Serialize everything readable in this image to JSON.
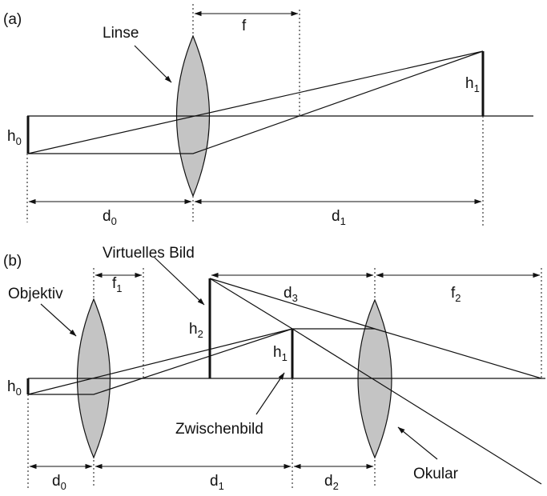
{
  "panel_a": {
    "tag": "(a)",
    "lens_label": "Linse",
    "focal": "f",
    "h0": {
      "main": "h",
      "sub": "0"
    },
    "h1": {
      "main": "h",
      "sub": "1"
    },
    "d0": {
      "main": "d",
      "sub": "0"
    },
    "d1": {
      "main": "d",
      "sub": "1"
    }
  },
  "panel_b": {
    "tag": "(b)",
    "virtual_image": "Virtuelles Bild",
    "objective": "Objektiv",
    "intermediate_image": "Zwischenbild",
    "eyepiece": "Okular",
    "f1": {
      "main": "f",
      "sub": "1"
    },
    "f2": {
      "main": "f",
      "sub": "2"
    },
    "d3": {
      "main": "d",
      "sub": "3"
    },
    "h0": {
      "main": "h",
      "sub": "0"
    },
    "h1": {
      "main": "h",
      "sub": "1"
    },
    "h2": {
      "main": "h",
      "sub": "2"
    },
    "d0": {
      "main": "d",
      "sub": "0"
    },
    "d1": {
      "main": "d",
      "sub": "1"
    },
    "d2": {
      "main": "d",
      "sub": "2"
    }
  },
  "colors": {
    "ink": "#111111",
    "lens_fill": "#c4c4c4",
    "background": "#ffffff"
  }
}
